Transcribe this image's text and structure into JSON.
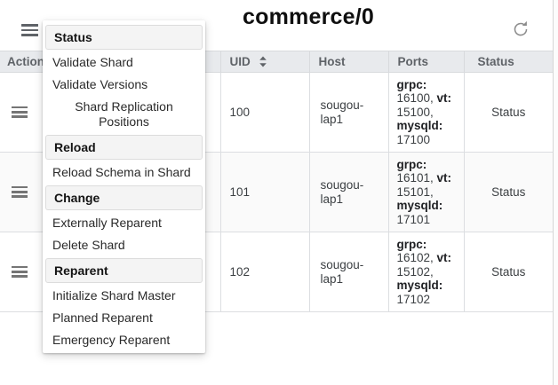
{
  "topbar": {
    "title": "commerce/0",
    "menu_button": "menu",
    "refresh_button": "refresh"
  },
  "menu": {
    "sections": [
      {
        "header": "Status",
        "items": [
          {
            "label": "Validate Shard"
          },
          {
            "label": "Validate Versions"
          },
          {
            "label": "Shard Replication Positions",
            "centered": true
          }
        ]
      },
      {
        "header": "Reload",
        "items": [
          {
            "label": "Reload Schema in Shard"
          }
        ]
      },
      {
        "header": "Change",
        "items": [
          {
            "label": "Externally Reparent"
          },
          {
            "label": "Delete Shard"
          }
        ]
      },
      {
        "header": "Reparent",
        "items": [
          {
            "label": "Initialize Shard Master"
          },
          {
            "label": "Planned Reparent"
          },
          {
            "label": "Emergency Reparent"
          }
        ]
      }
    ]
  },
  "table": {
    "columns": [
      {
        "key": "action",
        "label": "Action"
      },
      {
        "key": "uid",
        "label": "UID",
        "sortable": true
      },
      {
        "key": "host",
        "label": "Host"
      },
      {
        "key": "ports",
        "label": "Ports"
      },
      {
        "key": "status",
        "label": "Status"
      }
    ],
    "rows": [
      {
        "uid": "100",
        "host": "sougou-lap1",
        "ports": [
          {
            "k": "grpc:",
            "v": "16100,"
          },
          {
            "k": "vt:",
            "v": "15100,"
          },
          {
            "k": "mysqld:",
            "v": "17100"
          }
        ],
        "status": "Status"
      },
      {
        "uid": "101",
        "host": "sougou-lap1",
        "ports": [
          {
            "k": "grpc:",
            "v": "16101,"
          },
          {
            "k": "vt:",
            "v": "15101,"
          },
          {
            "k": "mysqld:",
            "v": "17101"
          }
        ],
        "status": "Status"
      },
      {
        "uid": "102",
        "host": "sougou-lap1",
        "ports": [
          {
            "k": "grpc:",
            "v": "16102,"
          },
          {
            "k": "vt:",
            "v": "15102,"
          },
          {
            "k": "mysqld:",
            "v": "17102"
          }
        ],
        "status": "Status"
      }
    ]
  },
  "colors": {
    "table_header_bg": "#e8eaed",
    "row_alt_bg": "#fafafa",
    "icon_gray": "#757575"
  }
}
